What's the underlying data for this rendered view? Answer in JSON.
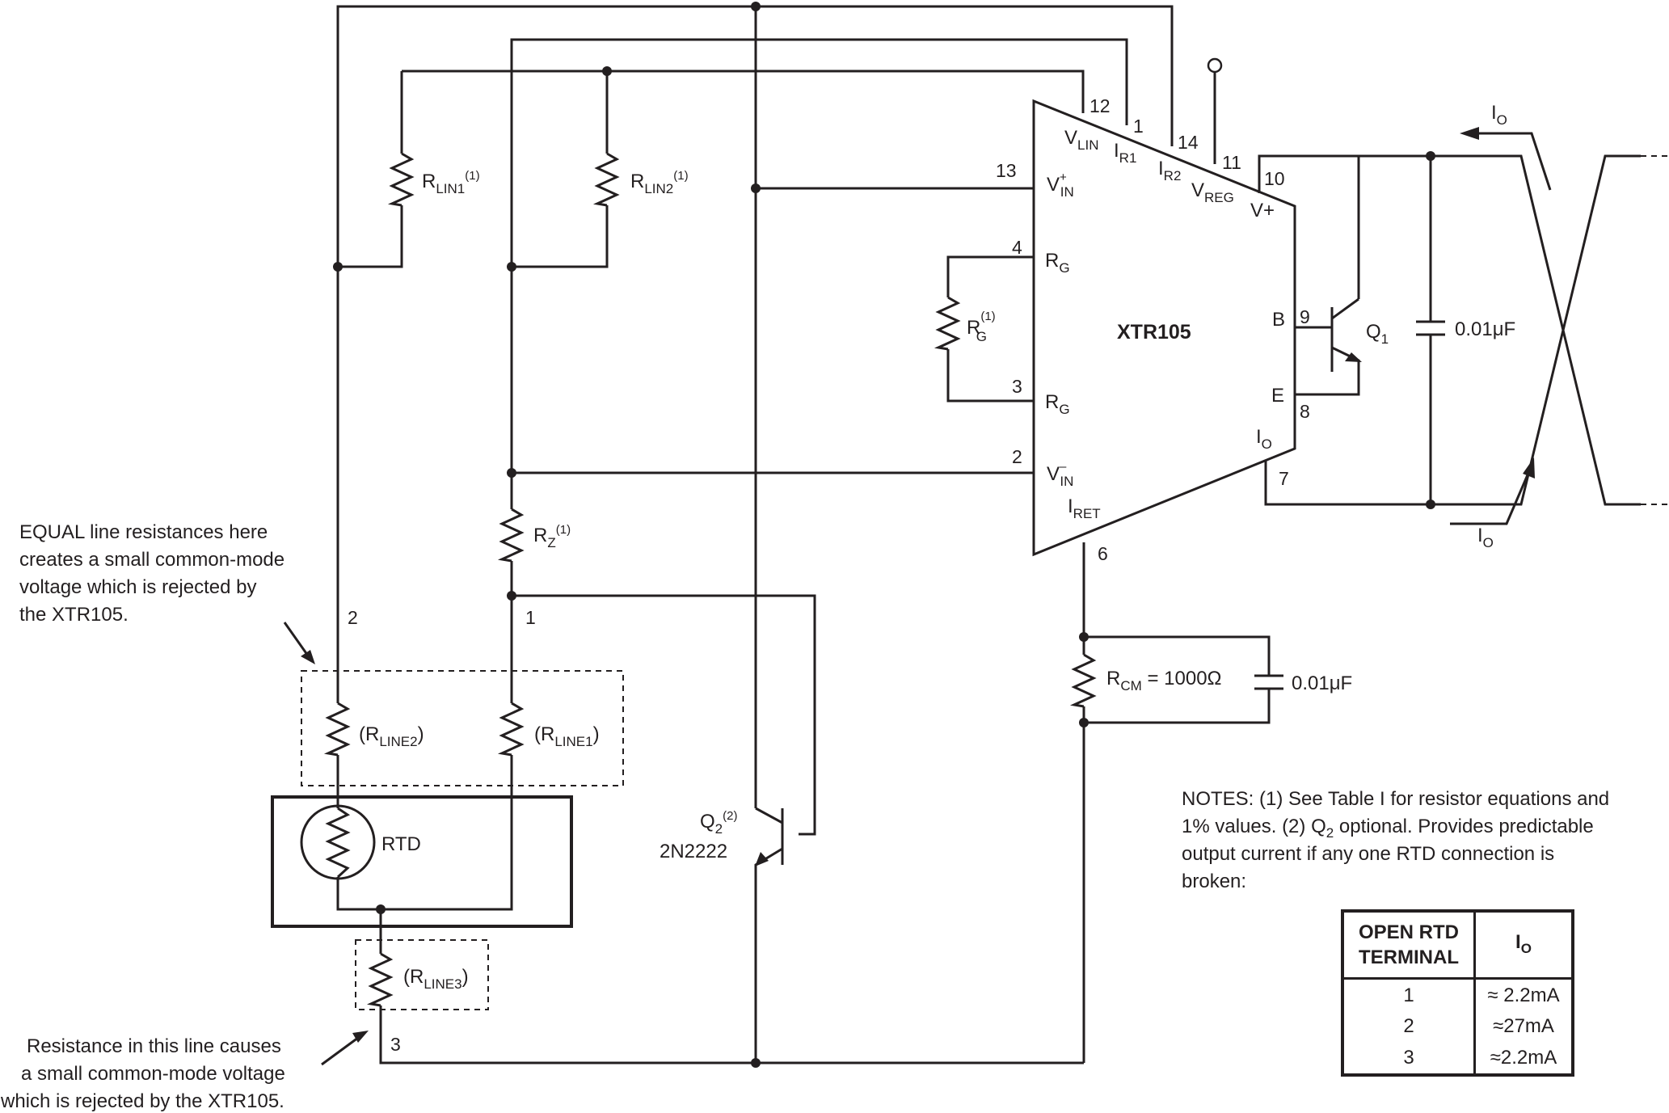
{
  "ic_name": "XTR105",
  "pins": {
    "p1": "1",
    "p2": "2",
    "p3": "3",
    "p4": "4",
    "p6": "6",
    "p7": "7",
    "p8": "8",
    "p9": "9",
    "p10": "10",
    "p11": "11",
    "p12": "12",
    "p13": "13",
    "p14": "14"
  },
  "pin_labels": {
    "vlin_main": "V",
    "vlin_sub": "LIN",
    "ir1_main": "I",
    "ir1_sub": "R1",
    "ir2_main": "I",
    "ir2_sub": "R2",
    "vreg_main": "V",
    "vreg_sub": "REG",
    "vplus": "V+",
    "vinp_main": "V",
    "vinp_sup": "+",
    "vinp_sub": "IN",
    "vinm_main": "V",
    "vinm_sup": "–",
    "vinm_sub": "IN",
    "rg_main": "R",
    "rg_sub": "G",
    "b": "B",
    "e": "E",
    "io_main": "I",
    "io_sub": "O",
    "iret_main": "I",
    "iret_sub": "RET"
  },
  "components": {
    "rlin1_main": "R",
    "rlin1_sub": "LIN1",
    "rlin1_sup": "(1)",
    "rlin2_main": "R",
    "rlin2_sub": "LIN2",
    "rlin2_sup": "(1)",
    "rg_main": "R",
    "rg_sub": "G",
    "rg_sup": "(1)",
    "rz_main": "R",
    "rz_sub": "Z",
    "rz_sup": "(1)",
    "rline2_open": "(R",
    "rline2_sub": "LINE2",
    "rline2_close": ")",
    "rline1_open": "(R",
    "rline1_sub": "LINE1",
    "rline1_close": ")",
    "rline3_open": "(R",
    "rline3_sub": "LINE3",
    "rline3_close": ")",
    "rtd": "RTD",
    "q1_main": "Q",
    "q1_sub": "1",
    "q2_main": "Q",
    "q2_sub": "2",
    "q2_sup": "(2)",
    "q2_part": "2N2222",
    "rcm_main": "R",
    "rcm_sub": "CM",
    "rcm_value": " = 1000Ω",
    "cap_out": "0.01μF",
    "cap_cm": "0.01μF",
    "io_top_main": "I",
    "io_top_sub": "O",
    "io_bot_main": "I",
    "io_bot_sub": "O"
  },
  "terminals": {
    "t1": "1",
    "t2": "2",
    "t3": "3"
  },
  "annotations": {
    "equal_line": [
      "EQUAL line resistances here",
      "creates a small common-mode",
      "voltage which is rejected by",
      "the XTR105."
    ],
    "line3": [
      "Resistance in this line causes",
      "a small common-mode voltage",
      "which is rejected by the XTR105."
    ],
    "notes": [
      "NOTES: (1) See Table I for resistor equations and",
      "1% values. (2) Q",
      "2",
      " optional. Provides predictable",
      "output current if any one RTD connection is",
      "broken:"
    ]
  },
  "table": {
    "header_col1_line1": "OPEN RTD",
    "header_col1_line2": "TERMINAL",
    "header_col2_main": "I",
    "header_col2_sub": "O",
    "rows": [
      {
        "terminal": "1",
        "io": "≈ 2.2mA"
      },
      {
        "terminal": "2",
        "io": "≈27mA"
      },
      {
        "terminal": "3",
        "io": "≈2.2mA"
      }
    ]
  }
}
